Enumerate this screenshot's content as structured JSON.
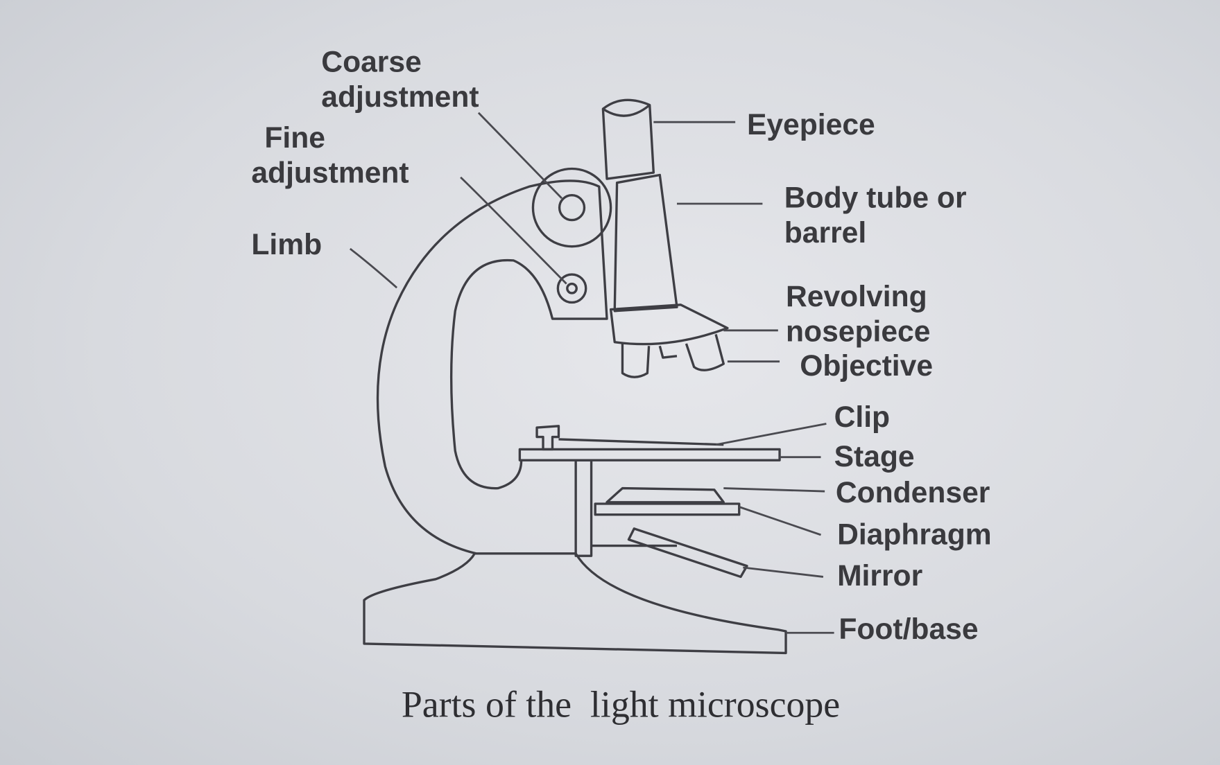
{
  "diagram": {
    "caption": "Parts of the  light microscope",
    "labels": {
      "coarse_1": "Coarse",
      "coarse_2": "adjustment",
      "fine_1": "Fine",
      "fine_2": "adjustment",
      "limb": "Limb",
      "eyepiece": "Eyepiece",
      "body_1": "Body tube or",
      "body_2": "barrel",
      "nose_1": "Revolving",
      "nose_2": "nosepiece",
      "objective": "Objective",
      "clip": "Clip",
      "stage": "Stage",
      "condenser": "Condenser",
      "diaphragm": "Diaphragm",
      "mirror": "Mirror",
      "foot": "Foot/base"
    }
  }
}
